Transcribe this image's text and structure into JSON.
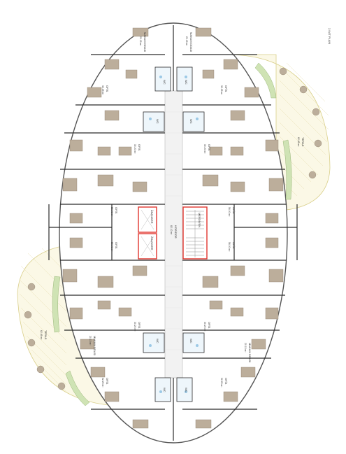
{
  "title": "2.KAT PLANI",
  "colors": {
    "wall": "#2b2b2b",
    "furniture": "#bcae9b",
    "furniture_dark": "#8e7f6b",
    "terrace_fill": "#fbf8e6",
    "terrace_outline": "#d9cf8a",
    "garden": "#cfe3b4",
    "core_red": "#e0362f",
    "stair": "#7a7a7a",
    "wc_blue": "#9cc9e6",
    "corridor": "#f2f2f2"
  },
  "labels": {
    "makam_tl": "MAKAM ODASI",
    "makam_tl_area": "20.15 m²",
    "makam_tr": "MAKAM ODASI",
    "makam_tr_area": "20.15 m²",
    "makam_bl": "MAKAM ODASI",
    "makam_bl_area": "20.15 m²",
    "makam_br": "MAKAM ODASI",
    "makam_br_area": "20.15 m²",
    "ofis_1": "OFİS",
    "ofis_1_area": "32.25 m²",
    "ofis_2": "OFİS",
    "ofis_2_area": "32.25 m²",
    "ofis_3": "OFİS",
    "ofis_3_area": "30.20 m²",
    "ofis_4": "OFİS",
    "ofis_4_area": "30.20 m²",
    "ofis_5": "OFİS",
    "ofis_5_area": "56.00 m²",
    "ofis_6": "OFİS",
    "ofis_6_area": "56.00 m²",
    "ofis_7": "OFİS",
    "ofis_7_area": "56.00 m²",
    "ofis_8": "OFİS",
    "ofis_8_area": "56.00 m²",
    "ofis_9": "OFİS",
    "ofis_9_area": "30.20 m²",
    "ofis_10": "OFİS",
    "ofis_10_area": "30.20 m²",
    "ofis_11": "OFİS",
    "ofis_11_area": "32.25 m²",
    "ofis_12": "OFİS",
    "ofis_12_area": "32.25 m²",
    "wc_1": "WC",
    "wc_2": "WC",
    "wc_3": "WC",
    "wc_4": "WC",
    "wc_5": "WC",
    "wc_6": "WC",
    "wc_7": "WC",
    "wc_8": "WC",
    "asansor_1": "ASANSÖR",
    "asansor_2": "ASANSÖR",
    "merdiven": "MERDİVEN",
    "koridor": "KORİDOR",
    "koridor_area": "82.10 m²",
    "teras_right": "TERAS",
    "teras_right_area": "62.45 m²",
    "teras_left": "TERAS",
    "teras_left_area": "62.45 m²"
  }
}
